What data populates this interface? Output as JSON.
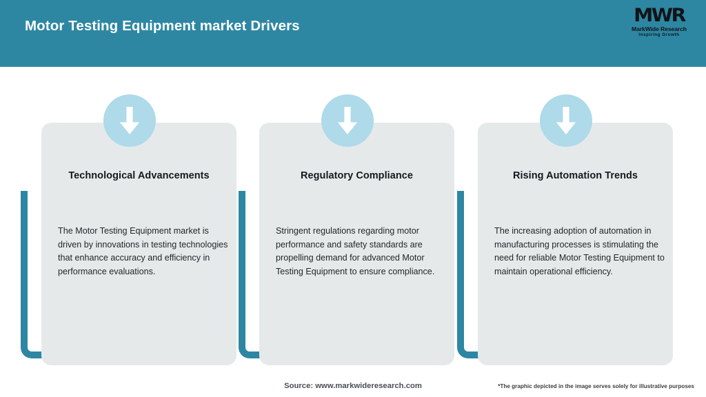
{
  "header": {
    "title": "Motor Testing Equipment market Drivers",
    "background_color": "#2D87A3",
    "title_color": "#FFFFFF"
  },
  "logo": {
    "mark": "MWR",
    "name": "MarkWide Research",
    "tagline": "Inspiring Growth"
  },
  "cards": [
    {
      "icon": "down-arrow-icon",
      "heading": "Technological Advancements",
      "body": "The Motor Testing Equipment market is driven by innovations in testing technologies that enhance accuracy and efficiency in performance evaluations."
    },
    {
      "icon": "down-arrow-icon",
      "heading": "Regulatory Compliance",
      "body": "Stringent regulations regarding motor performance and safety standards are propelling demand for advanced Motor Testing Equipment to ensure compliance."
    },
    {
      "icon": "down-arrow-icon",
      "heading": "Rising Automation Trends",
      "body": "The increasing adoption of automation in manufacturing processes is stimulating the need for reliable Motor Testing Equipment to maintain operational efficiency."
    }
  ],
  "footer": {
    "source": "Source: www.markwideresearch.com",
    "disclaimer": "*The graphic depicted in the image serves solely for illustrative purposes"
  },
  "theme": {
    "accent_teal": "#2D87A3",
    "card_gray": "#E6E9EA",
    "icon_blue": "#AEDAEA",
    "arrow_white": "#FFFFFF"
  }
}
